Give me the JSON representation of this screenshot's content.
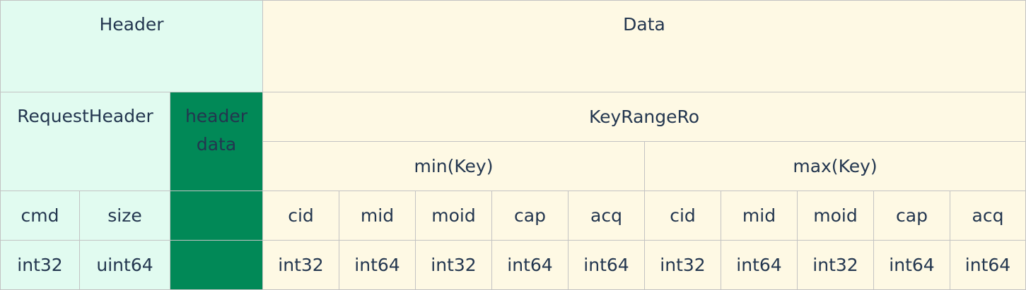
{
  "header": {
    "title": "Header",
    "request_header": "RequestHeader",
    "header_data": "header\ndata",
    "cmd": "cmd",
    "cmd_type": "int32",
    "size": "size",
    "size_type": "uint64"
  },
  "data": {
    "title": "Data",
    "key_range": "KeyRangeRo",
    "min_key": {
      "label": "min(Key)",
      "fields": [
        {
          "name": "cid",
          "type": "int32"
        },
        {
          "name": "mid",
          "type": "int64"
        },
        {
          "name": "moid",
          "type": "int32"
        },
        {
          "name": "cap",
          "type": "int64"
        },
        {
          "name": "acq",
          "type": "int64"
        }
      ]
    },
    "max_key": {
      "label": "max(Key)",
      "fields": [
        {
          "name": "cid",
          "type": "int32"
        },
        {
          "name": "mid",
          "type": "int64"
        },
        {
          "name": "moid",
          "type": "int32"
        },
        {
          "name": "cap",
          "type": "int64"
        },
        {
          "name": "acq",
          "type": "int64"
        }
      ]
    }
  },
  "colors": {
    "header_bg": "#e1fbf0",
    "data_bg": "#fef9e4",
    "header_data_bg": "#018957",
    "border": "#c3c3c3",
    "text": "#23364f"
  }
}
